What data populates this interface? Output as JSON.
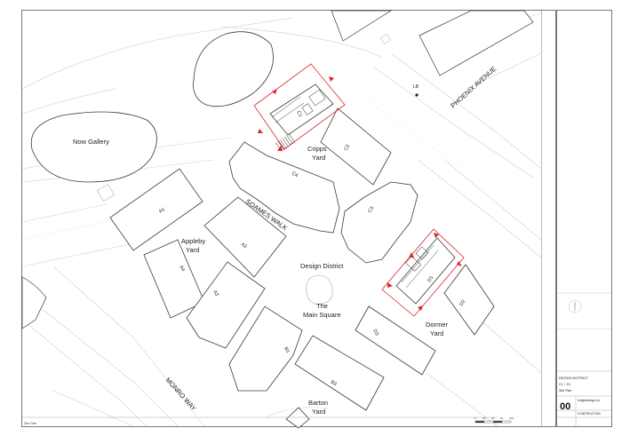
{
  "labels": {
    "now_gallery": "Now Gallery",
    "phoenix_avenue": "PHOENIX AVENUE",
    "lb": "LB",
    "cripps_yard_1": "Cripps",
    "cripps_yard_2": "Yard",
    "soames_walk": "SOAMES WALK",
    "appleby_1": "Appleby",
    "appleby_2": "Yard",
    "design_district": "Design District",
    "main_square_1": "The",
    "main_square_2": "Main Square",
    "dormer_1": "Dormer",
    "dormer_2": "Yard",
    "monro_way": "MONRO WAY",
    "barton_1": "Barton",
    "barton_2": "Yard",
    "site_plan_small": "Site Plan"
  },
  "buildings": {
    "c1": "C1",
    "c2": "C2",
    "c3": "C3",
    "c4": "C4",
    "a1": "A1",
    "a2": "A2",
    "a3": "A3",
    "a4": "A4",
    "b1": "B1",
    "b2": "B2",
    "d1": "D1",
    "d2": "D2",
    "d3": "D3"
  },
  "scale_bar": {
    "t0": "0",
    "t1": "10",
    "t2": "20",
    "t3": "50",
    "t4": "100"
  },
  "title_block": {
    "project": "DESIGN DISTRICT",
    "project_sub": "C1 + D1",
    "drawing": "Site Plan",
    "status": "CONSTRUCTION",
    "sheet_no": "00",
    "client": "Knightsbridge Ltd"
  },
  "colors": {
    "line": "#3a3a3a",
    "light": "#c8c8c8",
    "red": "#e0242b"
  }
}
